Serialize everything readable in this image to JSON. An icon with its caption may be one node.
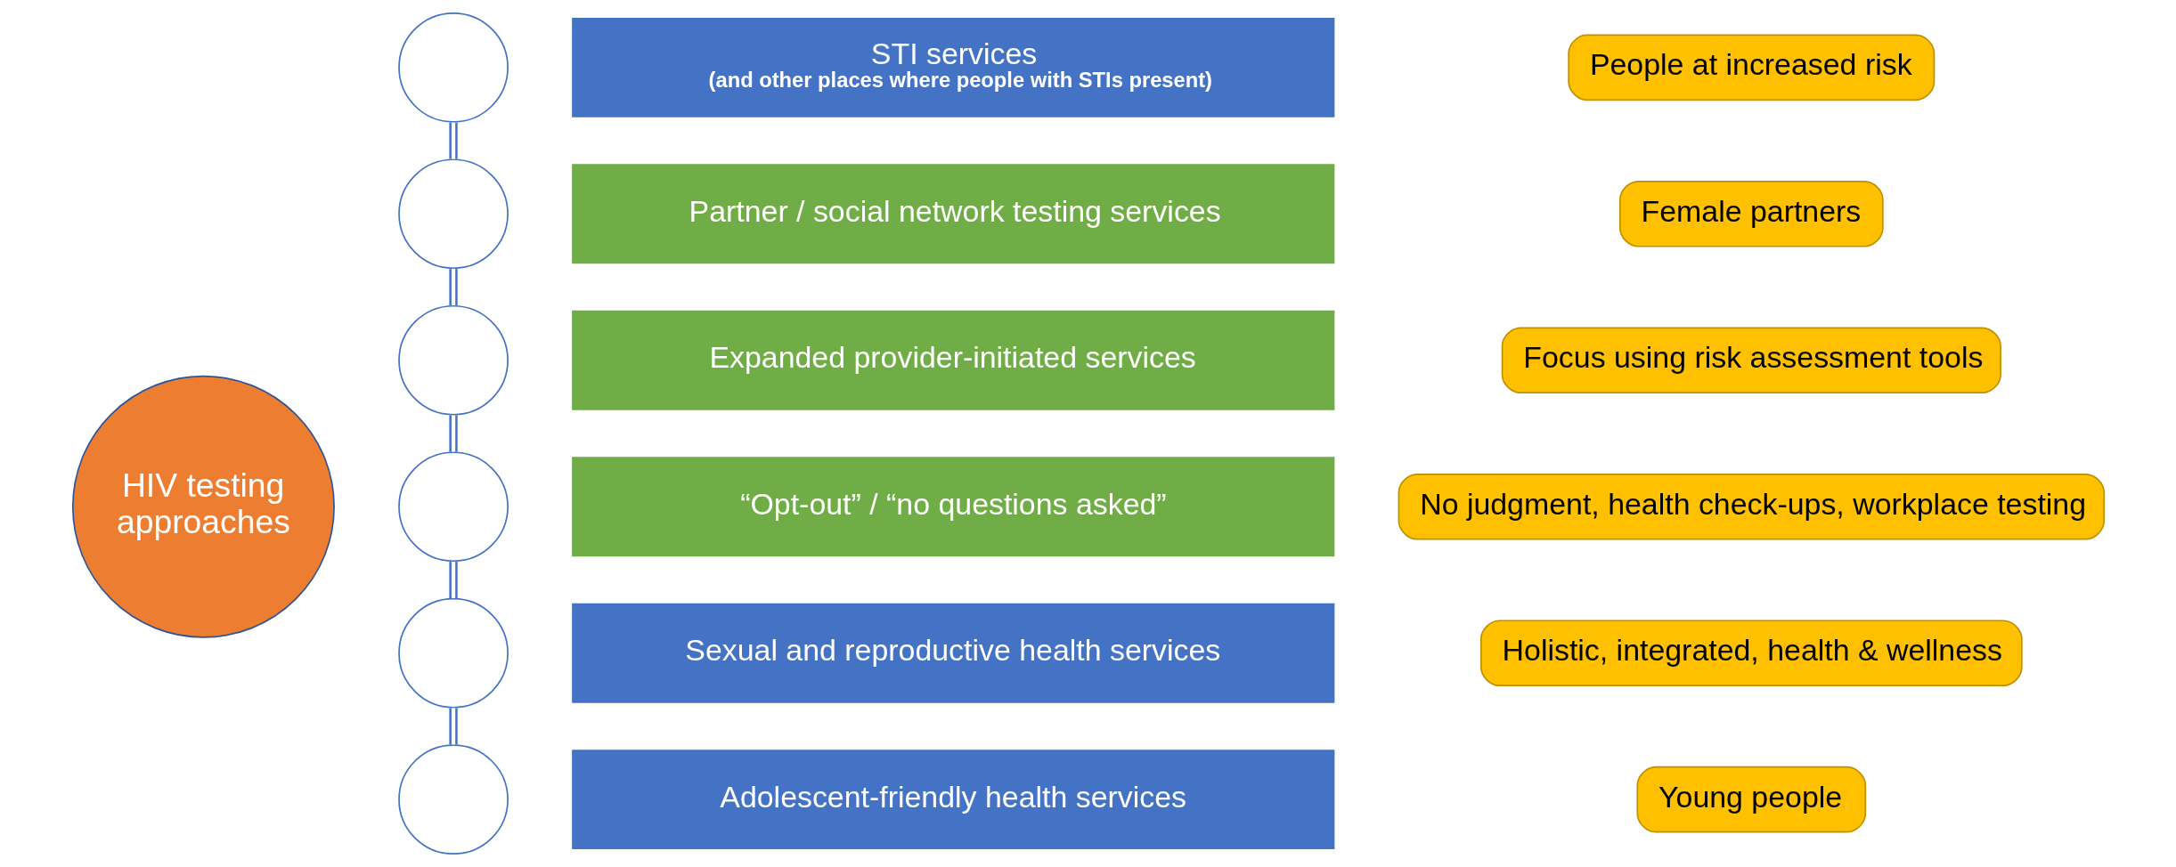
{
  "diagram": {
    "nodes": [
      {
        "text": [
          "HIV testing approaches"
        ]
      },
      {
        "text": [],
        "shape": "circle"
      },
      {
        "text": [
          "STI services",
          "(and other places where people with STIs present)"
        ]
      },
      {
        "text": [
          "People at increased risk"
        ]
      },
      {
        "text": [],
        "shape": "circle"
      },
      {
        "text": [
          "Partner / social network testing services"
        ]
      },
      {
        "text": [
          "Female partners"
        ]
      },
      {
        "text": [],
        "shape": "circle"
      },
      {
        "text": [
          "Expanded provider-initiated services"
        ]
      },
      {
        "text": [
          "Focus using risk assessment tools"
        ]
      },
      {
        "text": [],
        "shape": "circle"
      },
      {
        "text": [
          "“Opt-out” / “no questions asked”"
        ]
      },
      {
        "text": [
          "No judgment, health check-ups, workplace testing"
        ]
      },
      {
        "text": [],
        "shape": "circle"
      },
      {
        "text": [
          "Sexual and reproductive health services"
        ]
      },
      {
        "text": [
          "Holistic, integrated, health & wellness"
        ]
      },
      {
        "text": [],
        "shape": "circle"
      },
      {
        "text": [
          "Adolescent-friendly health services"
        ]
      },
      {
        "text": [
          "Young people"
        ]
      }
    ],
    "edges": [
      {
        "from": 1,
        "to": 4,
        "arrow": "none"
      },
      {
        "from": 4,
        "to": 7,
        "arrow": "none"
      },
      {
        "from": 7,
        "to": 10,
        "arrow": "none"
      },
      {
        "from": 10,
        "to": 13,
        "arrow": "none"
      },
      {
        "from": 13,
        "to": 16,
        "arrow": "none"
      }
    ]
  }
}
